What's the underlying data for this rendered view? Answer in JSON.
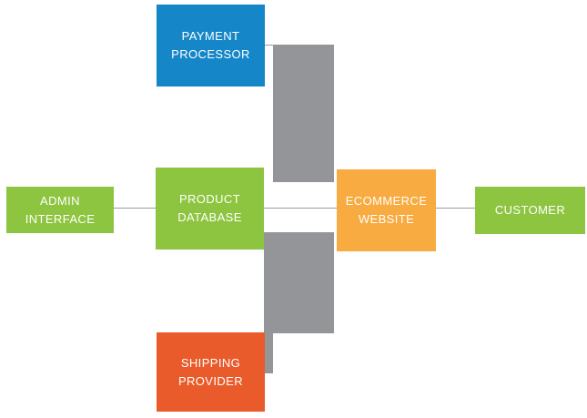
{
  "diagram": {
    "background": "#FFFFFF",
    "connector_color": "#939598",
    "line_color": "#9A9A9A",
    "nodes": [
      {
        "id": "payment-processor",
        "label": "PAYMENT PROCESSOR",
        "lines": [
          "PAYMENT",
          "PROCESSOR"
        ],
        "color": "#1587C9"
      },
      {
        "id": "admin-interface",
        "label": "ADMIN INTERFACE",
        "lines": [
          "ADMIN",
          "INTERFACE"
        ],
        "color": "#8DC540"
      },
      {
        "id": "product-database",
        "label": "PRODUCT DATABASE",
        "lines": [
          "PRODUCT",
          "DATABASE"
        ],
        "color": "#8DC540"
      },
      {
        "id": "ecommerce-website",
        "label": "ECOMMERCE WEBSITE",
        "lines": [
          "ECOMMERCE",
          "WEBSITE"
        ],
        "color": "#F8AB40"
      },
      {
        "id": "customer",
        "label": "CUSTOMER",
        "lines": [
          "CUSTOMER"
        ],
        "color": "#8DC540"
      },
      {
        "id": "shipping-provider",
        "label": "SHIPPING PROVIDER",
        "lines": [
          "SHIPPING",
          "PROVIDER"
        ],
        "color": "#E95B2B"
      }
    ]
  }
}
